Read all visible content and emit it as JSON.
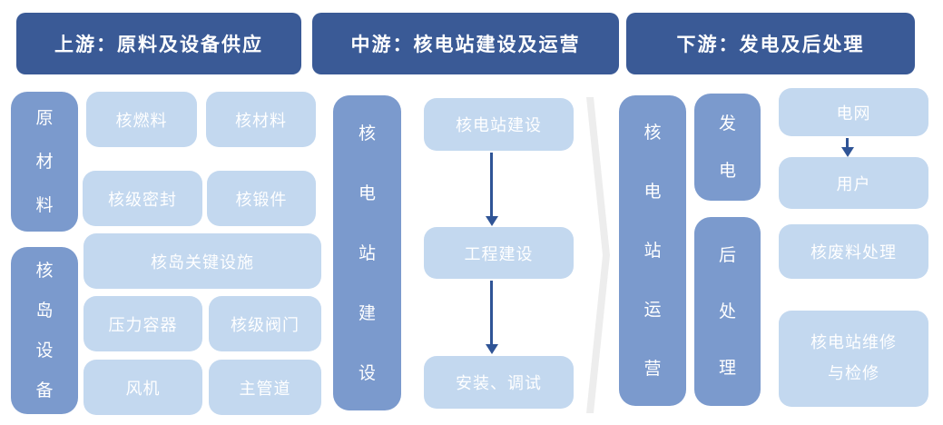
{
  "colors": {
    "header_bg": "#3a5a96",
    "group_bg": "#7b9acd",
    "item_bg": "#c3d8ef",
    "arrow": "#2f5496",
    "chevron": "#ededed",
    "text": "#ffffff"
  },
  "headers": {
    "upstream": "上游：原料及设备供应",
    "midstream": "中游：核电站建设及运营",
    "downstream": "下游：发电及后处理"
  },
  "upstream": {
    "raw_materials_label": "原材料",
    "raw_materials_items": [
      "核燃料",
      "核材料",
      "核级密封",
      "核锻件"
    ],
    "island_equipment_label": "核岛设备",
    "island_equipment_items": [
      "核岛关键设施",
      "压力容器",
      "核级阀门",
      "风机",
      "主管道"
    ]
  },
  "midstream": {
    "construction_label": "核电站建设",
    "flow_steps": [
      "核电站建设",
      "工程建设",
      "安装、调试"
    ]
  },
  "downstream": {
    "operation_label": "核电站运营",
    "generation_label": "发电",
    "post_processing_label": "后处理",
    "grid_label": "电网",
    "user_label": "用户",
    "waste_label": "核废料处理",
    "maintenance_label": "核电站维修\n与检修"
  }
}
